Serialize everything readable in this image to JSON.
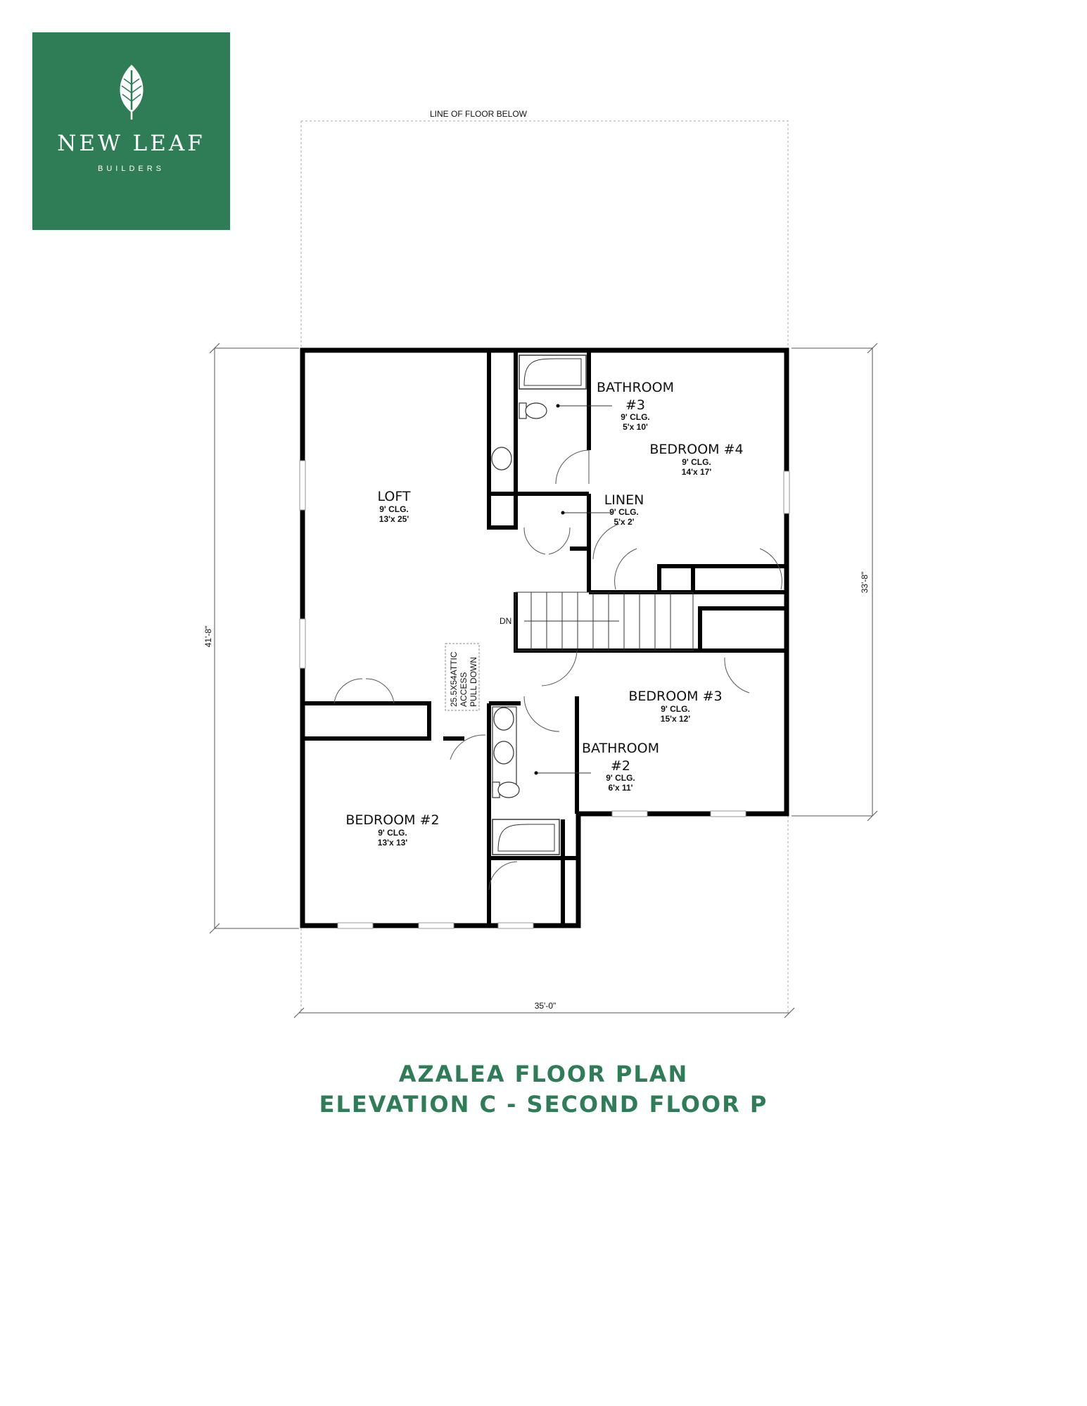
{
  "logo": {
    "name": "NEW LEAF",
    "subtitle": "BUILDERS",
    "icon": "leaf-icon",
    "color": "#2f7d57"
  },
  "plan": {
    "line_of_floor_below": "LINE OF FLOOR BELOW",
    "dim_width": "35'-0\"",
    "dim_left": "41'-8\"",
    "dim_right": "33'-8\"",
    "stair_label": "DN",
    "attic": {
      "line1": "25.5X54ATTIC",
      "line2": "ACCESS",
      "line3": "PULL DOWN"
    },
    "rooms": {
      "loft": {
        "name": "LOFT",
        "ceiling": "9' CLG.",
        "size": "13'x 25'"
      },
      "bath3": {
        "name": "BATHROOM",
        "name2": "#3",
        "ceiling": "9' CLG.",
        "size": "5'x 10'"
      },
      "bed4": {
        "name": "BEDROOM #4",
        "ceiling": "9' CLG.",
        "size": "14'x 17'"
      },
      "linen": {
        "name": "LINEN",
        "ceiling": "9' CLG.",
        "size": "5'x 2'"
      },
      "bed3": {
        "name": "BEDROOM #3",
        "ceiling": "9' CLG.",
        "size": "15'x 12'"
      },
      "bath2": {
        "name": "BATHROOM",
        "name2": "#2",
        "ceiling": "9' CLG.",
        "size": "6'x 11'"
      },
      "bed2": {
        "name": "BEDROOM #2",
        "ceiling": "9' CLG.",
        "size": "13'x 13'"
      }
    }
  },
  "title": {
    "line1": "AZALEA FLOOR PLAN",
    "line2": "ELEVATION C - SECOND FLOOR P",
    "color": "#2f7d57"
  }
}
